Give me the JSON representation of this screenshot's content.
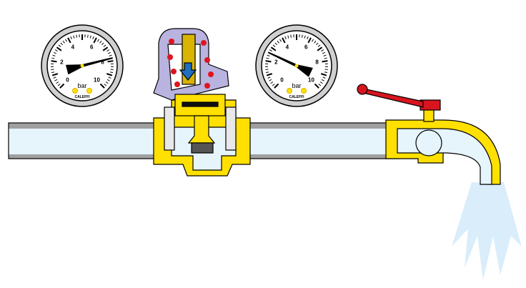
{
  "gauges": [
    {
      "id": "upstream",
      "unit": "bar",
      "brand": "CALEFFI",
      "labels": [
        "0",
        "2",
        "4",
        "6",
        "8",
        "10"
      ],
      "reading_bar": 7.8
    },
    {
      "id": "downstream",
      "unit": "bar",
      "brand": "CALEFFI",
      "labels": [
        "0",
        "2",
        "4",
        "6",
        "8",
        "10"
      ],
      "reading_bar": 2.6
    }
  ],
  "colors": {
    "brass": "#ffe000",
    "pipe_grey": "#a0a0a0",
    "water": "#e6f4fb",
    "valve_cap": "#b9b3e0",
    "handle": "#d8151f",
    "arrow": "#1e6fc0",
    "spray": "#d6ecfa"
  }
}
